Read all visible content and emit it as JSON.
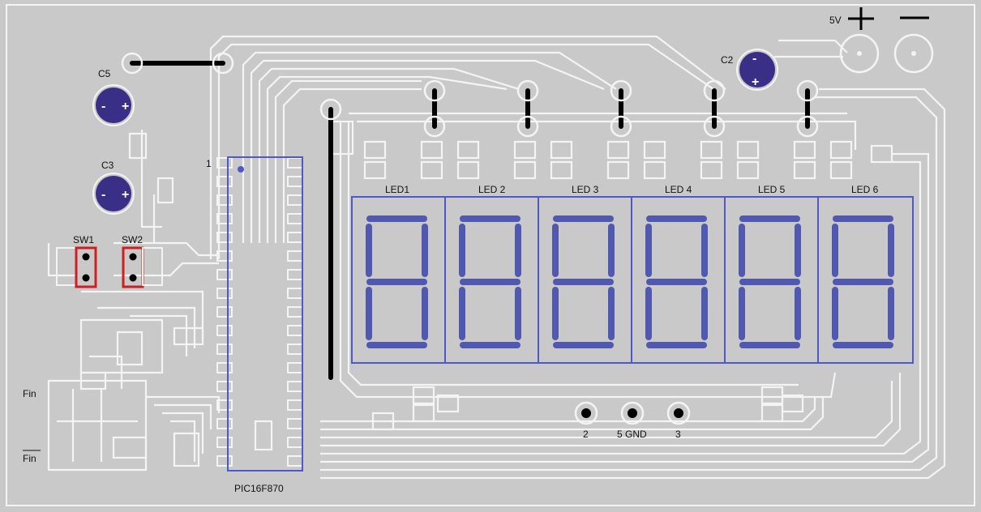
{
  "labels": {
    "c5": "C5",
    "c3": "C3",
    "c2": "C2",
    "sw1": "SW1",
    "sw2": "SW2",
    "pin1": "1",
    "fin": "Fin",
    "fin_bar": "Fin",
    "chip": "PIC16F870",
    "v5": "5V",
    "pin_2": "2",
    "pin_5gnd": "5 GND",
    "pin_3": "3"
  },
  "leds": [
    "LED1",
    "LED 2",
    "LED 3",
    "LED 4",
    "LED 5",
    "LED 6"
  ],
  "polarity": {
    "minus": "-",
    "plus": "+"
  },
  "colors": {
    "board": "#c9c9c9",
    "trace": "#f4f4f4",
    "capacitor": "#3a2f86",
    "segment": "#5058b0",
    "outline": "#4f58c8",
    "switch": "#cc1f1f"
  }
}
